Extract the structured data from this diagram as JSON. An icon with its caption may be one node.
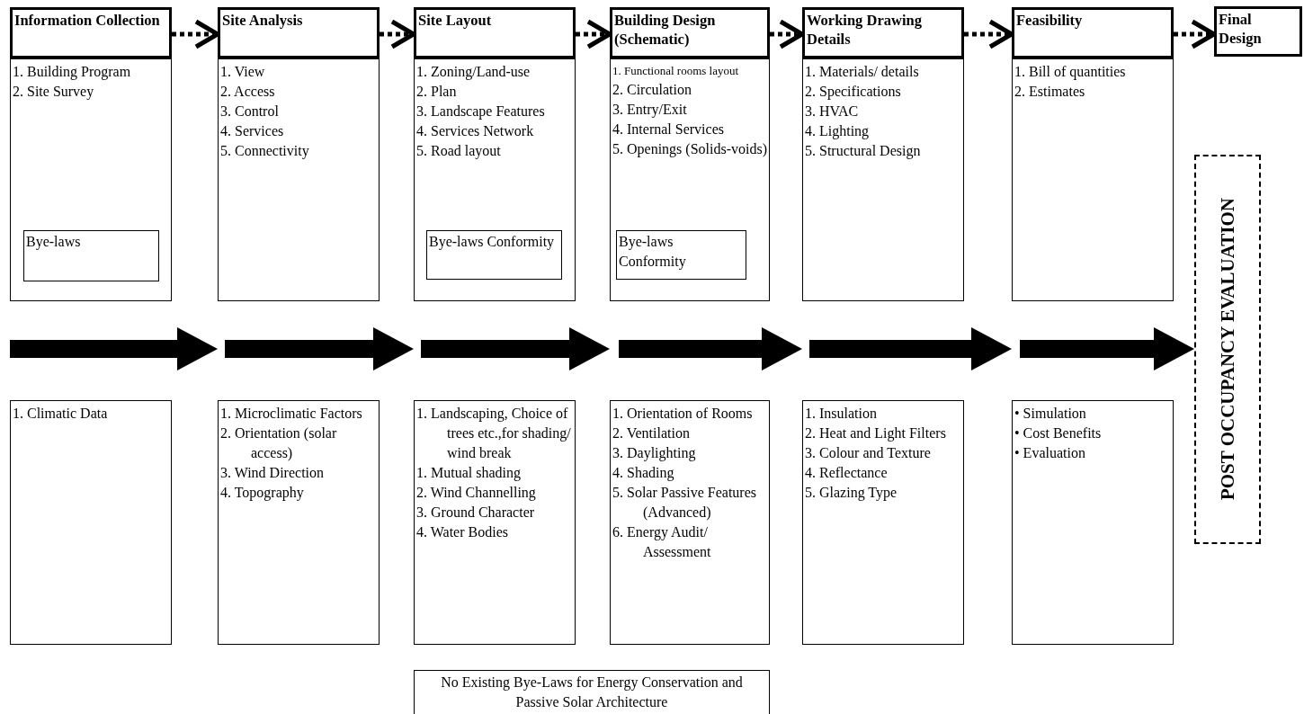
{
  "diagram": {
    "nodes": [
      {
        "text": [
          "Information Collection"
        ]
      },
      {
        "text": [
          "1. Building Program",
          "2. Site Survey"
        ]
      },
      {
        "text": [
          "Bye-laws"
        ],
        "in": 1
      },
      {
        "text": [
          "1. Climatic Data"
        ]
      },
      {
        "text": [
          "Site Analysis"
        ]
      },
      {
        "text": [
          "1. View",
          "2. Access",
          "3. Control",
          "4. Services",
          "5. Connectivity"
        ]
      },
      {
        "text": [
          "1. Microclimatic Factors",
          "2. Orientation (solar access)",
          "3. Wind Direction",
          "4. Topography"
        ]
      },
      {
        "text": [
          "Site Layout"
        ]
      },
      {
        "text": [
          "1. Zoning/Land-use",
          "2. Plan",
          "3. Landscape Features",
          "4. Services Network",
          "5. Road layout"
        ]
      },
      {
        "text": [
          "Bye-laws Conformity"
        ],
        "in": 8
      },
      {
        "text": [
          "1. Landscaping, Choice of trees etc.,for shading/ wind break",
          "1. Mutual shading",
          "2. Wind Channelling",
          "3. Ground Character",
          "4. Water Bodies"
        ]
      },
      {
        "text": [
          "Building Design (Schematic)"
        ]
      },
      {
        "text": [
          "1. Functional rooms layout",
          "2. Circulation",
          "3. Entry/Exit",
          "4. Internal Services",
          "5. Openings (Solids-voids)"
        ]
      },
      {
        "text": [
          "Bye-laws Conformity"
        ],
        "in": 12
      },
      {
        "text": [
          "1. Orientation of Rooms",
          "2. Ventilation",
          "3. Daylighting",
          "4. Shading",
          "5. Solar Passive Features (Advanced)",
          "6. Energy Audit/ Assessment"
        ]
      },
      {
        "text": [
          "Working Drawing Details"
        ]
      },
      {
        "text": [
          "1. Materials/ details",
          "2. Specifications",
          "3. HVAC",
          "4. Lighting",
          "5. Structural Design"
        ]
      },
      {
        "text": [
          "1. Insulation",
          "2. Heat and Light Filters",
          "3. Colour and Texture",
          "4. Reflectance",
          "5. Glazing Type"
        ]
      },
      {
        "text": [
          "Feasibility"
        ]
      },
      {
        "text": [
          "1. Bill of quantities",
          "2. Estimates"
        ]
      },
      {
        "text": [
          "• Simulation",
          "• Cost Benefits",
          "• Evaluation"
        ]
      },
      {
        "text": [
          "Final Design"
        ]
      },
      {
        "text": [
          "POST OCCUPANCY EVALUATION"
        ]
      },
      {
        "text": [
          "No Existing Bye-Laws for Energy Conservation and Passive Solar Architecture"
        ]
      }
    ],
    "edges": [
      {
        "from": 0,
        "to": 4,
        "arrow": "to",
        "style": "dashed"
      },
      {
        "from": 4,
        "to": 7,
        "arrow": "to",
        "style": "dashed"
      },
      {
        "from": 7,
        "to": 11,
        "arrow": "to",
        "style": "dashed"
      },
      {
        "from": 11,
        "to": 15,
        "arrow": "to",
        "style": "dashed"
      },
      {
        "from": 15,
        "to": 18,
        "arrow": "to",
        "style": "dashed"
      },
      {
        "from": 18,
        "to": 21,
        "arrow": "to",
        "style": "dashed"
      },
      {
        "from": null,
        "to": 6,
        "arrow": "to",
        "style": "thick"
      },
      {
        "from": null,
        "to": 10,
        "arrow": "to",
        "style": "thick"
      },
      {
        "from": null,
        "to": 14,
        "arrow": "to",
        "style": "thick"
      },
      {
        "from": null,
        "to": 17,
        "arrow": "to",
        "style": "thick"
      },
      {
        "from": null,
        "to": 20,
        "arrow": "to",
        "style": "thick"
      },
      {
        "from": null,
        "to": 22,
        "arrow": "to",
        "style": "thick"
      }
    ]
  }
}
